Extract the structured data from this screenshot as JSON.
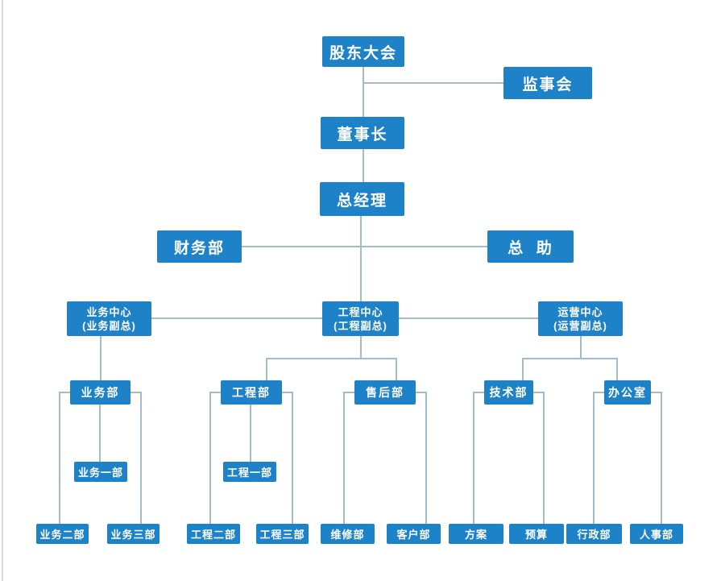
{
  "diagram": {
    "type": "org-chart",
    "colors": {
      "node_fill": "#1e82c8",
      "node_text": "#ffffff",
      "connector": "#a4bcc9",
      "background": "#ffffff",
      "page_border": "#d9d9d9"
    },
    "nodes": {
      "shareholders": {
        "label": "股东大会"
      },
      "supervisory-board": {
        "label": "监事会"
      },
      "chairman": {
        "label": "董事长"
      },
      "general-manager": {
        "label": "总经理"
      },
      "finance-dept": {
        "label": "财务部"
      },
      "general-assistant": {
        "label": "总  助"
      },
      "business-center": {
        "label": "业务中心",
        "sublabel": "(业务副总)"
      },
      "engineering-center": {
        "label": "工程中心",
        "sublabel": "(工程副总)"
      },
      "operations-center": {
        "label": "运营中心",
        "sublabel": "(运营副总)"
      },
      "business-dept": {
        "label": "业务部"
      },
      "engineering-dept": {
        "label": "工程部"
      },
      "after-sales-dept": {
        "label": "售后部"
      },
      "technology-dept": {
        "label": "技术部"
      },
      "office": {
        "label": "办公室"
      },
      "business-div-1": {
        "label": "业务一部"
      },
      "engineering-div-1": {
        "label": "工程一部"
      },
      "business-div-2": {
        "label": "业务二部"
      },
      "business-div-3": {
        "label": "业务三部"
      },
      "engineering-div-2": {
        "label": "工程二部"
      },
      "engineering-div-3": {
        "label": "工程三部"
      },
      "maintenance-dept": {
        "label": "维修部"
      },
      "customer-dept": {
        "label": "客户部"
      },
      "planning": {
        "label": "方案"
      },
      "budget": {
        "label": "预算"
      },
      "admin-dept": {
        "label": "行政部"
      },
      "hr-dept": {
        "label": "人事部"
      }
    },
    "hierarchy": [
      {
        "from": "shareholders",
        "to": "supervisory-board"
      },
      {
        "from": "shareholders",
        "to": "chairman"
      },
      {
        "from": "chairman",
        "to": "general-manager"
      },
      {
        "from": "general-manager",
        "to": "finance-dept"
      },
      {
        "from": "general-manager",
        "to": "general-assistant"
      },
      {
        "from": "general-manager",
        "to": "business-center"
      },
      {
        "from": "general-manager",
        "to": "engineering-center"
      },
      {
        "from": "general-manager",
        "to": "operations-center"
      },
      {
        "from": "business-center",
        "to": "business-dept"
      },
      {
        "from": "engineering-center",
        "to": "engineering-dept"
      },
      {
        "from": "engineering-center",
        "to": "after-sales-dept"
      },
      {
        "from": "operations-center",
        "to": "technology-dept"
      },
      {
        "from": "operations-center",
        "to": "office"
      },
      {
        "from": "business-dept",
        "to": "business-div-1"
      },
      {
        "from": "business-dept",
        "to": "business-div-2"
      },
      {
        "from": "business-dept",
        "to": "business-div-3"
      },
      {
        "from": "engineering-dept",
        "to": "engineering-div-1"
      },
      {
        "from": "engineering-dept",
        "to": "engineering-div-2"
      },
      {
        "from": "engineering-dept",
        "to": "engineering-div-3"
      },
      {
        "from": "after-sales-dept",
        "to": "maintenance-dept"
      },
      {
        "from": "after-sales-dept",
        "to": "customer-dept"
      },
      {
        "from": "technology-dept",
        "to": "planning"
      },
      {
        "from": "technology-dept",
        "to": "budget"
      },
      {
        "from": "office",
        "to": "admin-dept"
      },
      {
        "from": "office",
        "to": "hr-dept"
      }
    ]
  }
}
